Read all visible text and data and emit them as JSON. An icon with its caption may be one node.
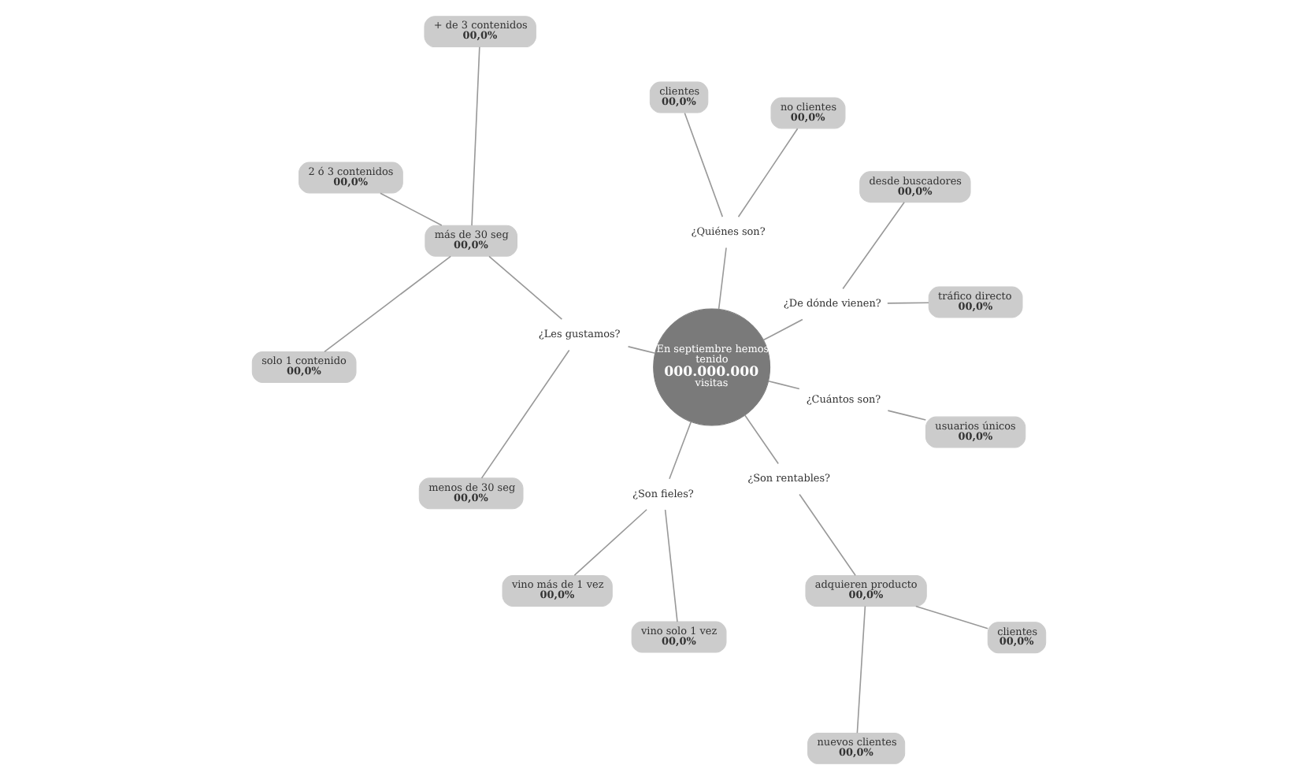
{
  "diagram": {
    "nodes": [
      {
        "text": [
          "En septiembre hemos tenido",
          "000.000.000",
          "visitas"
        ]
      },
      {
        "text": [
          "¿De dónde vienen?"
        ]
      },
      {
        "text": [
          "tráfico directo",
          "00,0%"
        ]
      },
      {
        "text": [
          "desde buscadores",
          "00,0%"
        ]
      },
      {
        "text": [
          "¿Quiénes son?"
        ]
      },
      {
        "text": [
          "no clientes",
          "00,0%"
        ]
      },
      {
        "text": [
          "clientes",
          "00,0%"
        ]
      },
      {
        "text": [
          "¿Les gustamos?"
        ]
      },
      {
        "text": [
          "más de 30 seg",
          "00,0%"
        ]
      },
      {
        "text": [
          "menos de 30 seg",
          "00,0%"
        ]
      },
      {
        "text": [
          "+ de 3 contenidos",
          "00,0%"
        ]
      },
      {
        "text": [
          "2 ó 3 contenidos",
          "00,0%"
        ]
      },
      {
        "text": [
          "solo 1 contenido",
          "00,0%"
        ]
      },
      {
        "text": [
          "¿Son fieles?"
        ]
      },
      {
        "text": [
          "vino más de 1 vez",
          "00,0%"
        ]
      },
      {
        "text": [
          "vino solo 1 vez",
          "00,0%"
        ]
      },
      {
        "text": [
          "¿Son rentables?"
        ]
      },
      {
        "text": [
          "adquieren producto",
          "00,0%"
        ]
      },
      {
        "text": [
          "nuevos clientes",
          "00,0%"
        ]
      },
      {
        "text": [
          "clientes",
          "00,0%"
        ]
      },
      {
        "text": [
          "¿Cuántos son?"
        ]
      },
      {
        "text": [
          "usuarios únicos",
          "00,0%"
        ]
      }
    ],
    "edges": [
      {
        "from": 0,
        "to": 1,
        "arrow": "none"
      },
      {
        "from": 1,
        "to": 2,
        "arrow": "none"
      },
      {
        "from": 1,
        "to": 3,
        "arrow": "none"
      },
      {
        "from": 0,
        "to": 4,
        "arrow": "none"
      },
      {
        "from": 4,
        "to": 5,
        "arrow": "none"
      },
      {
        "from": 4,
        "to": 6,
        "arrow": "none"
      },
      {
        "from": 0,
        "to": 7,
        "arrow": "none"
      },
      {
        "from": 7,
        "to": 8,
        "arrow": "none"
      },
      {
        "from": 7,
        "to": 9,
        "arrow": "none"
      },
      {
        "from": 8,
        "to": 10,
        "arrow": "none"
      },
      {
        "from": 8,
        "to": 11,
        "arrow": "none"
      },
      {
        "from": 8,
        "to": 12,
        "arrow": "none"
      },
      {
        "from": 0,
        "to": 13,
        "arrow": "none"
      },
      {
        "from": 13,
        "to": 14,
        "arrow": "none"
      },
      {
        "from": 13,
        "to": 15,
        "arrow": "none"
      },
      {
        "from": 0,
        "to": 16,
        "arrow": "none"
      },
      {
        "from": 16,
        "to": 17,
        "arrow": "none"
      },
      {
        "from": 17,
        "to": 18,
        "arrow": "none"
      },
      {
        "from": 17,
        "to": 19,
        "arrow": "none"
      },
      {
        "from": 0,
        "to": 20,
        "arrow": "none"
      },
      {
        "from": 20,
        "to": 21,
        "arrow": "none"
      }
    ]
  }
}
